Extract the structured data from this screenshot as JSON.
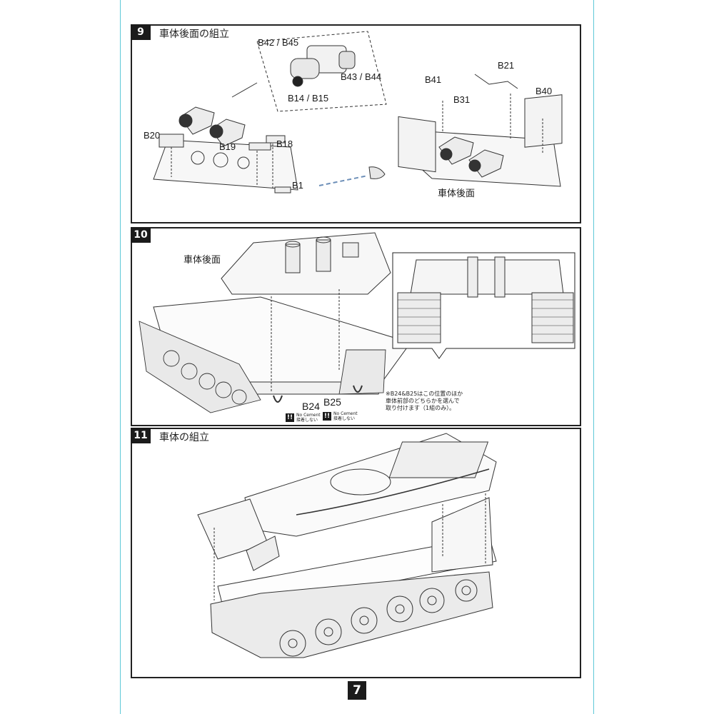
{
  "page_number": "7",
  "steps": [
    {
      "number": "9",
      "title": "車体後面の組立",
      "labels": {
        "b42_b45": "B42 / B45",
        "b43_b44": "B43 / B44",
        "b14_b15": "B14 / B15",
        "b20": "B20",
        "b19": "B19",
        "b18": "B18",
        "b1": "B1",
        "b41": "B41",
        "b21": "B21",
        "b31": "B31",
        "b40": "B40",
        "rear_hull": "車体後面"
      }
    },
    {
      "number": "10",
      "labels": {
        "rear_hull": "車体後面",
        "b24": "B24",
        "b25": "B25"
      },
      "note_lines": [
        "※B24&B25はこの位置のほか",
        "車体前部のどちらかを選んで",
        "取り付けます（1組のみ）。"
      ],
      "no_cement": {
        "icon": "!!",
        "line1": "No Cement",
        "line2": "接着しない"
      }
    },
    {
      "number": "11",
      "title": "車体の組立"
    }
  ],
  "colors": {
    "frame": "#222222",
    "sheet_edge": "#5ec8d8",
    "badge": "#1b1b1b",
    "arrow": "#6d8fb8"
  }
}
